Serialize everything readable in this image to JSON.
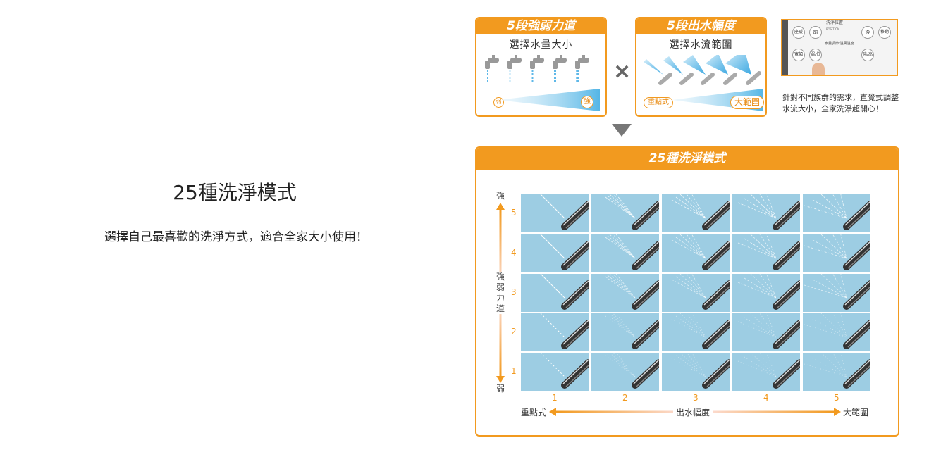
{
  "left": {
    "title": "25種洗淨模式",
    "subtitle": "選擇自己最喜歡的洗淨方式，適合全家大小使用！"
  },
  "strength_box": {
    "header": "5段強弱力道",
    "subtitle": "選擇水量大小",
    "weak_label": "弱",
    "strong_label": "強"
  },
  "times_symbol": "×",
  "width_box": {
    "header": "5段出水幅度",
    "subtitle": "選擇水流範圍",
    "narrow_label": "重點式",
    "wide_label": "大範圍"
  },
  "remote": {
    "buttons": [
      "座暖",
      "前",
      "後",
      "移動",
      "寬幅",
      "弱/低",
      "強/高"
    ],
    "labels": [
      "洗淨位置",
      "POSITION",
      "水量調節/溫風溫度"
    ],
    "caption": "針對不同族群的需求，直覺式調整水流大小，全家洗淨超開心！"
  },
  "grid_panel": {
    "header": "25種洗淨模式",
    "y_axis": {
      "top": "強",
      "bottom": "弱",
      "label": "強弱力道",
      "ticks": [
        "5",
        "4",
        "3",
        "2",
        "1"
      ]
    },
    "x_axis": {
      "left": "重點式",
      "center": "出水幅度",
      "right": "大範圍",
      "ticks": [
        "1",
        "2",
        "3",
        "4",
        "5"
      ]
    }
  },
  "colors": {
    "accent": "#f29a1f",
    "cell_bg": "#9dcde3"
  }
}
